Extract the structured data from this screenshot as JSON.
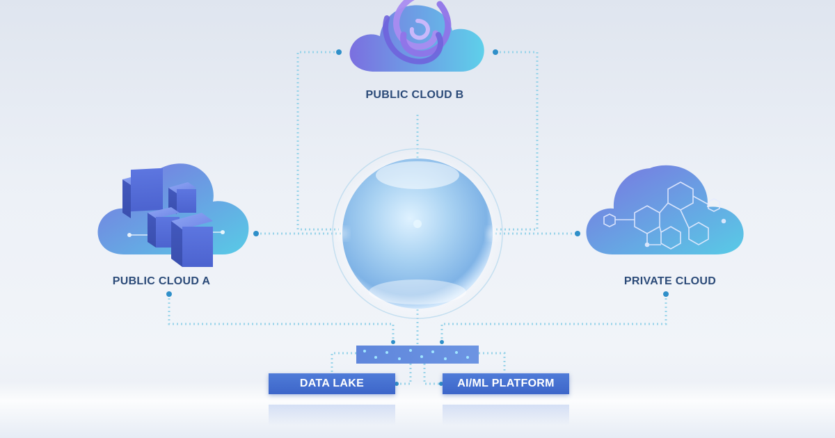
{
  "nodes": {
    "public_cloud_b": {
      "label": "PUBLIC CLOUD B",
      "icon": "swirl-icon"
    },
    "public_cloud_a": {
      "label": "PUBLIC CLOUD A",
      "icon": "cubes-icon"
    },
    "private_cloud": {
      "label": "PRIVATE CLOUD",
      "icon": "hexagon-network-icon"
    },
    "hub": {
      "icon": "glass-sphere-icon"
    },
    "data_lake": {
      "label": "DATA LAKE"
    },
    "ai_ml_platform": {
      "label": "AI/ML PLATFORM"
    }
  },
  "colors": {
    "cloud_start": "#6f7fe3",
    "cloud_end": "#5cc8e6",
    "connector": "#8fd0e8",
    "label_text": "#2b4a78",
    "platform_fill": "#4670d2"
  }
}
